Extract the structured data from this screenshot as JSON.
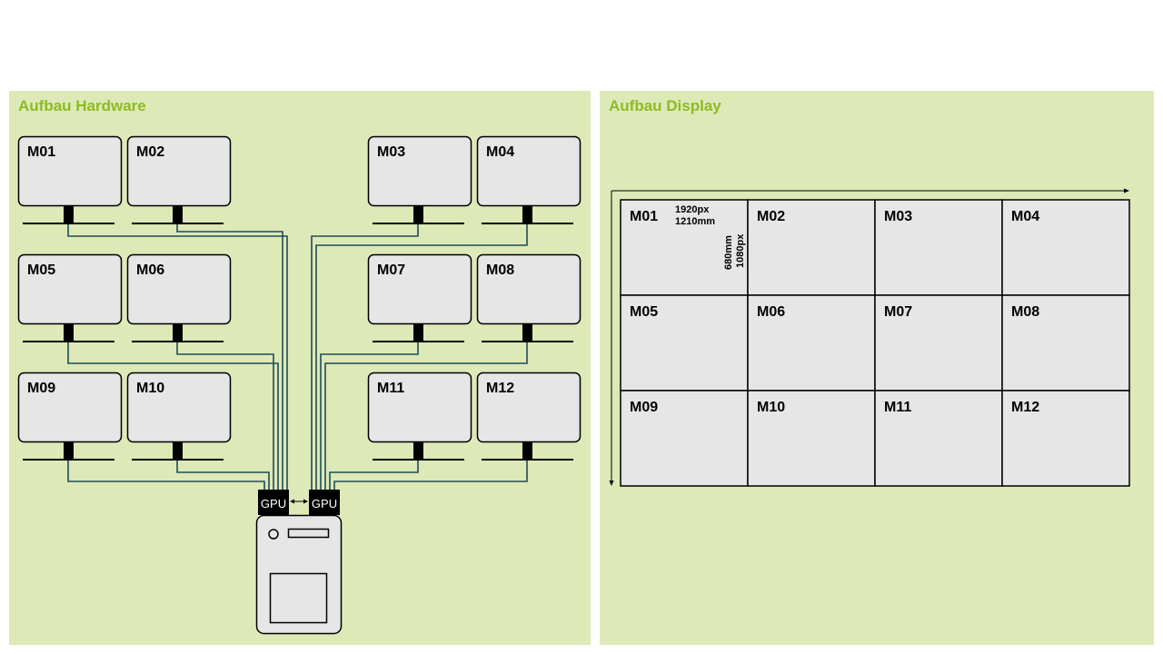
{
  "hardware": {
    "title": "Aufbau Hardware",
    "monitors": [
      "M01",
      "M02",
      "M03",
      "M04",
      "M05",
      "M06",
      "M07",
      "M08",
      "M09",
      "M10",
      "M11",
      "M12"
    ],
    "gpus": [
      "GPU",
      "GPU"
    ]
  },
  "display": {
    "title": "Aufbau Display",
    "cells": [
      "M01",
      "M02",
      "M03",
      "M04",
      "M05",
      "M06",
      "M07",
      "M08",
      "M09",
      "M10",
      "M11",
      "M12"
    ],
    "width_px": "1920px",
    "width_mm": "1210mm",
    "height_mm": "680mm",
    "height_px": "1080px"
  },
  "colors": {
    "panel_bg": "#dde9b7",
    "title": "#8dbb25",
    "cable": "#1f4e5a",
    "monitor_fill": "#e6e6e6"
  }
}
